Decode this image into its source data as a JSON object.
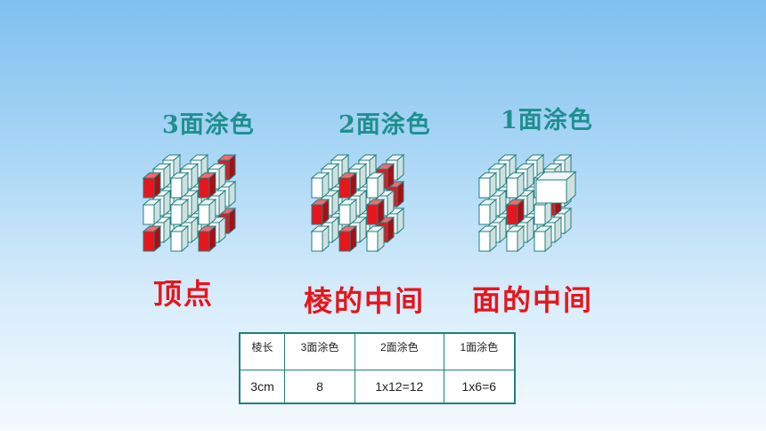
{
  "headings": {
    "three_face": "3面涂色",
    "two_face": "2面涂色",
    "one_face": "1面涂色"
  },
  "captions": {
    "vertex": "顶点",
    "edge_middle": "棱的中间",
    "face_middle": "面的中间"
  },
  "table": {
    "headers": [
      "棱长",
      "3面涂色",
      "2面涂色",
      "1面涂色"
    ],
    "row": [
      "3cm",
      "8",
      "1x12=12",
      "1x6=6"
    ]
  },
  "colors": {
    "heading": "#1f8f8f",
    "caption": "#e8151c",
    "painted": "#e8151c",
    "unpainted": "#ffffff",
    "outline": "#1f7f7f"
  },
  "cubes": {
    "edge_length": 3,
    "vertex_cube": {
      "painted_pieces": 8
    },
    "edge_cube": {
      "painted_pieces": 12
    },
    "face_cube": {
      "painted_pieces": 6
    }
  }
}
